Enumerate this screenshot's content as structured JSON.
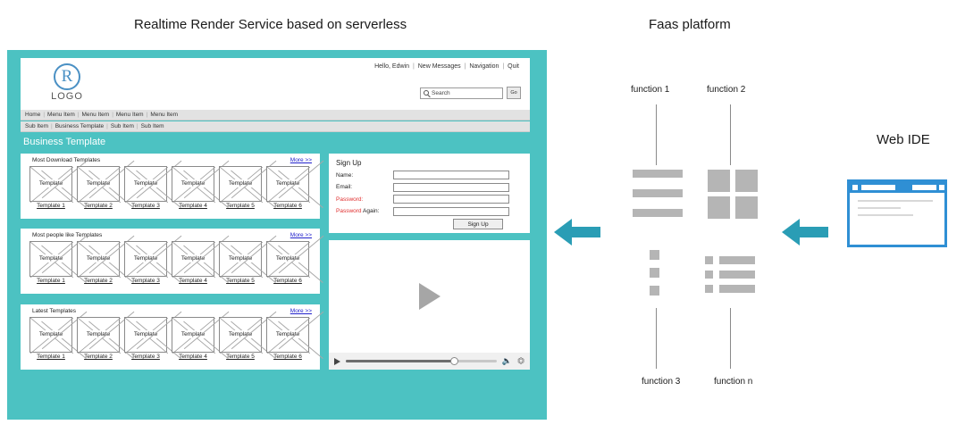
{
  "titles": {
    "left": "Realtime Render Service based on serverless",
    "right": "Faas platform",
    "ide": "Web IDE"
  },
  "colors": {
    "teal_panel": "#4cc2c2",
    "arrow": "#2a9db5",
    "link_blue": "#2222cc",
    "required_red": "#e03030",
    "block_gray": "#b5b5b5",
    "ide_blue": "#2f8fd4"
  },
  "mockup": {
    "logo": {
      "mark": "R",
      "text": "LOGO"
    },
    "header_links": [
      "Hello, Edwin",
      "New Messages",
      "Navigation",
      "Quit"
    ],
    "search": {
      "placeholder": "Search",
      "value": "",
      "go_label": "Go",
      "icon": "search-icon"
    },
    "nav_primary": [
      "Home",
      "Menu Item",
      "Menu Item",
      "Menu Item",
      "Menu Item"
    ],
    "nav_secondary": [
      "Sub Item",
      "Business Template",
      "Sub Item",
      "Sub Item"
    ],
    "section_title": "Business Template",
    "more_label": "More >>",
    "template_rows": [
      {
        "heading": "Most Download Templates",
        "cards": [
          {
            "thumb": "Template",
            "caption": "Template 1"
          },
          {
            "thumb": "Template",
            "caption": "Template 2"
          },
          {
            "thumb": "Template",
            "caption": "Template 3"
          },
          {
            "thumb": "Template",
            "caption": "Template 4"
          },
          {
            "thumb": "Template",
            "caption": "Template 5"
          },
          {
            "thumb": "Template",
            "caption": "Template 6"
          }
        ]
      },
      {
        "heading": "Most people like Templates",
        "cards": [
          {
            "thumb": "Template",
            "caption": "Template 1"
          },
          {
            "thumb": "Template",
            "caption": "Template 2"
          },
          {
            "thumb": "Template",
            "caption": "Template 3"
          },
          {
            "thumb": "Template",
            "caption": "Template 4"
          },
          {
            "thumb": "Template",
            "caption": "Template 5"
          },
          {
            "thumb": "Template",
            "caption": "Template 6"
          }
        ]
      },
      {
        "heading": "Latest Templates",
        "cards": [
          {
            "thumb": "Template",
            "caption": "Template 1"
          },
          {
            "thumb": "Template",
            "caption": "Template 2"
          },
          {
            "thumb": "Template",
            "caption": "Template 3"
          },
          {
            "thumb": "Template",
            "caption": "Template 4"
          },
          {
            "thumb": "Template",
            "caption": "Template 5"
          },
          {
            "thumb": "Template",
            "caption": "Template 6"
          }
        ]
      }
    ],
    "signup": {
      "title": "Sign Up",
      "fields": [
        {
          "label": "Name:",
          "value": "",
          "required": false
        },
        {
          "label": "Email:",
          "value": "",
          "required": false
        },
        {
          "label": "Password:",
          "value": "",
          "required": true
        },
        {
          "label_red": "Password",
          "label_rest": " Again:",
          "value": "",
          "required": true
        }
      ],
      "submit_label": "Sign Up"
    },
    "video": {
      "play_icon": "play-icon",
      "volume_icon": "volume-icon",
      "fullscreen_icon": "fullscreen-icon",
      "progress_percent": 72
    }
  },
  "faas": {
    "functions": [
      {
        "name": "function 1",
        "glyph": "three-bars"
      },
      {
        "name": "function 2",
        "glyph": "four-squares"
      },
      {
        "name": "function 3",
        "glyph": "three-small-squares"
      },
      {
        "name": "function n",
        "glyph": "three-list-rows"
      }
    ]
  }
}
